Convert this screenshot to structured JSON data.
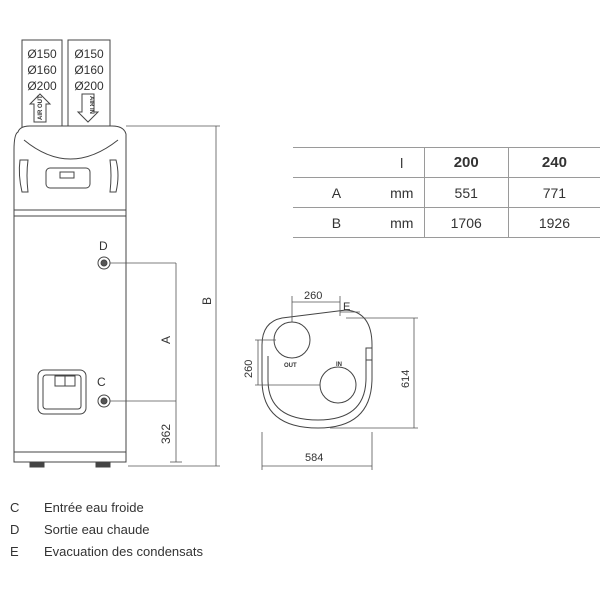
{
  "pipe_labels": {
    "left": [
      "Ø150",
      "Ø160",
      "Ø200"
    ],
    "right": [
      "Ø150",
      "Ø160",
      "Ø200"
    ],
    "left_arrow": "AIR OUT",
    "right_arrow": "AIR IN"
  },
  "connectors": {
    "d": "D",
    "c": "C"
  },
  "dimensions": {
    "a": "A",
    "b": "B",
    "h362": "362",
    "top_260": "260",
    "e": "E",
    "side_260": "260",
    "depth_614": "614",
    "width_584": "584",
    "out": "OUT",
    "in": "IN"
  },
  "table": {
    "headers": [
      "",
      "l",
      "200",
      "240"
    ],
    "rows": [
      {
        "label": "A",
        "unit": "mm",
        "v200": "551",
        "v240": "771"
      },
      {
        "label": "B",
        "unit": "mm",
        "v200": "1706",
        "v240": "1926"
      }
    ]
  },
  "legend": [
    {
      "key": "C",
      "text": "Entrée eau froide"
    },
    {
      "key": "D",
      "text": "Sortie eau chaude"
    },
    {
      "key": "E",
      "text": "Evacuation des condensats"
    }
  ]
}
